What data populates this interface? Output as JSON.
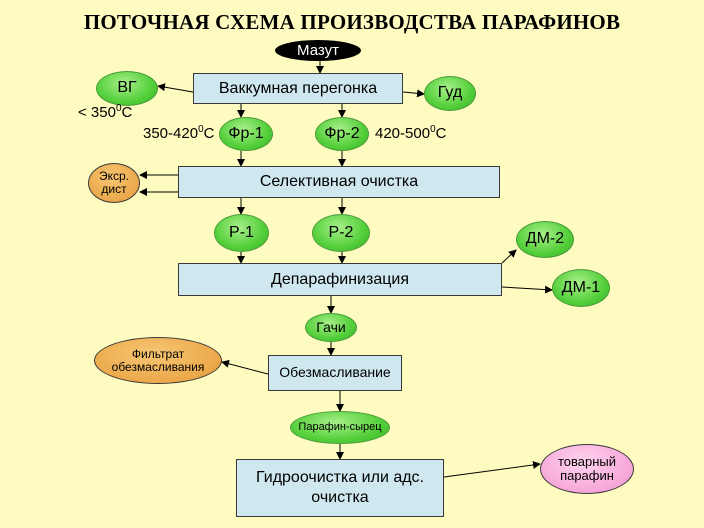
{
  "title": "ПОТОЧНАЯ СХЕМА ПРОИЗВОДСТВА ПАРАФИНОВ",
  "nodes": {
    "mazut": "Мазут",
    "vacuum": "Ваккумная перегонка",
    "vg": "ВГ",
    "gud": "Гуд",
    "fr1": "Фр-1",
    "fr2": "Фр-2",
    "selective": "Селективная очистка",
    "extract": "Экср. дист",
    "r1": "Р-1",
    "r2": "Р-2",
    "dewax": "Депарафинизация",
    "dm2": "ДМ-2",
    "dm1": "ДМ-1",
    "gachi": "Гачи",
    "deoiling": "Обезмасливание",
    "filtrate": "Фильтрат обезмасливания",
    "raw_paraffin": "Парафин-сырец",
    "hydro": "Гидроочистка или адс. очистка",
    "commercial": "товарный парафин"
  },
  "temps": {
    "vg": {
      "prefix": "< 350",
      "sup": "0",
      "suffix": "С"
    },
    "fr1": {
      "prefix": "350-420",
      "sup": "0",
      "suffix": "С"
    },
    "fr2": {
      "prefix": "420-500",
      "sup": "0",
      "suffix": "С"
    }
  },
  "colors": {
    "background": "#fdfbc0",
    "process_box": "#cfe8ef",
    "product_green": "#54cf3a",
    "byproduct_orange": "#eba84a",
    "final_pink": "#f6a6d8",
    "feed_black": "#000000"
  }
}
